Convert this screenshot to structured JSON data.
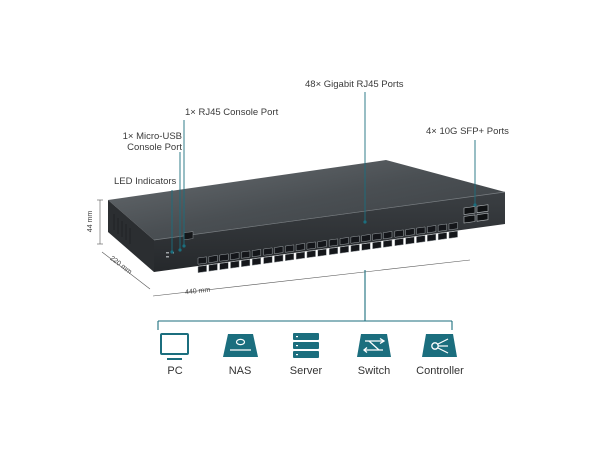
{
  "callouts": {
    "ports48": "48× Gigabit RJ45 Ports",
    "rj45_console": "1× RJ45 Console Port",
    "usb_console_line1": "1× Micro-USB",
    "usb_console_line2": "Console Port",
    "sfp": "4× 10G SFP+ Ports",
    "led": "LED Indicators"
  },
  "dimensions": {
    "height": "44 mm",
    "depth": "220 mm",
    "width": "440 mm"
  },
  "devices": [
    {
      "label": "PC",
      "icon": "pc-icon"
    },
    {
      "label": "NAS",
      "icon": "nas-icon"
    },
    {
      "label": "Server",
      "icon": "server-icon"
    },
    {
      "label": "Switch",
      "icon": "switch-icon"
    },
    {
      "label": "Controller",
      "icon": "controller-icon"
    }
  ],
  "colors": {
    "accent": "#1b6e7e",
    "chassis": "#2e3236",
    "chassis_top": "#505559"
  }
}
